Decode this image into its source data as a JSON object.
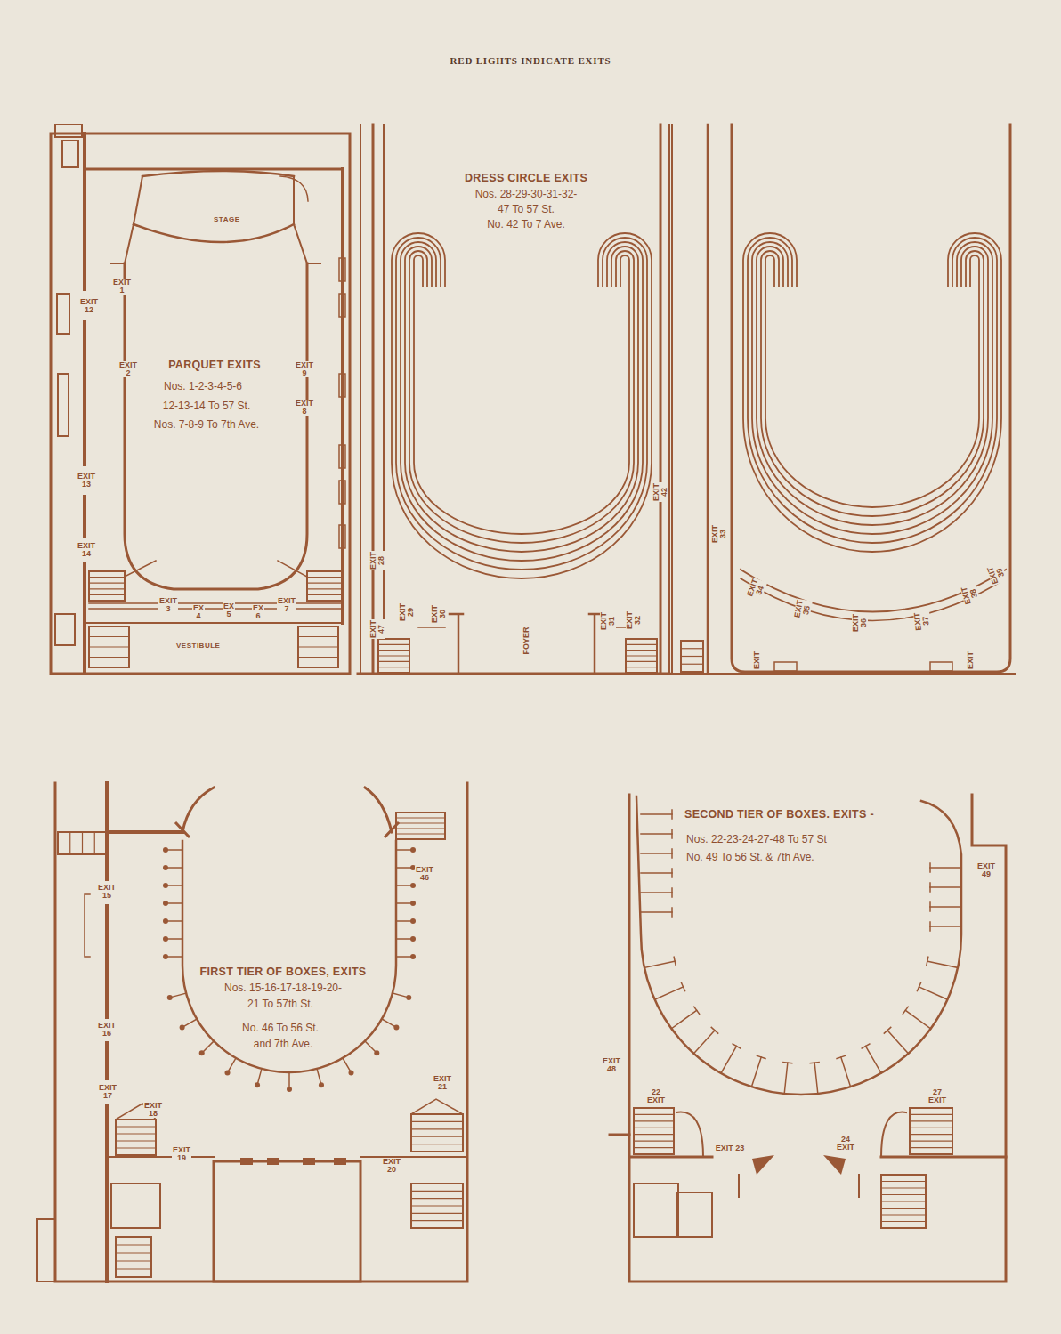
{
  "diagram": {
    "title": "RED LIGHTS INDICATE EXITS",
    "nodes": [
      {
        "text": [
          "STAGE"
        ]
      },
      {
        "text": [
          "VESTIBULE"
        ]
      }
    ],
    "labels": [
      "PARQUET EXITS",
      "Nos. 1-2-3-4-5-6",
      "12-13-14 To 57 St.",
      "Nos. 7-8-9 To 7th Ave.",
      "EXIT 1",
      "EXIT 2",
      "EXIT 9",
      "EXIT 8",
      "EXIT 12",
      "EXIT 13",
      "EXIT 14",
      "EXIT 3",
      "EX 4",
      "EX 5",
      "EX 6",
      "EXIT 7",
      "DRESS CIRCLE EXITS",
      "Nos. 28-29-30-31-32-",
      "47 To 57 St.",
      "No. 42 To 7 Ave.",
      "EXIT 28",
      "EXIT 47",
      "EXIT 29",
      "EXIT 30",
      "FOYER",
      "EXIT 31",
      "EXIT 32",
      "EXIT 42",
      "EXIT 33",
      "EXIT 34",
      "EXIT 35",
      "EXIT 36",
      "EXIT 37",
      "EXIT 38",
      "EXIT 39",
      "EXIT",
      "EXIT",
      "FIRST TIER OF BOXES, EXITS",
      "Nos. 15-16-17-18-19-20-",
      "21 To 57th St.",
      "No. 46 To 56 St.",
      "and 7th Ave.",
      "EXIT 15",
      "EXIT 46",
      "EXIT 16",
      "EXIT 17",
      "EXIT 18",
      "EXIT 21",
      "EXIT 19",
      "EXIT 20",
      "SECOND TIER OF BOXES. EXITS -",
      "Nos. 22-23-24-27-48 To 57 St",
      "No. 49 To 56 St. & 7th Ave.",
      "EXIT 49",
      "22 EXIT",
      "27 EXIT",
      "EXIT 48",
      "EXIT 23",
      "24 EXIT"
    ]
  }
}
